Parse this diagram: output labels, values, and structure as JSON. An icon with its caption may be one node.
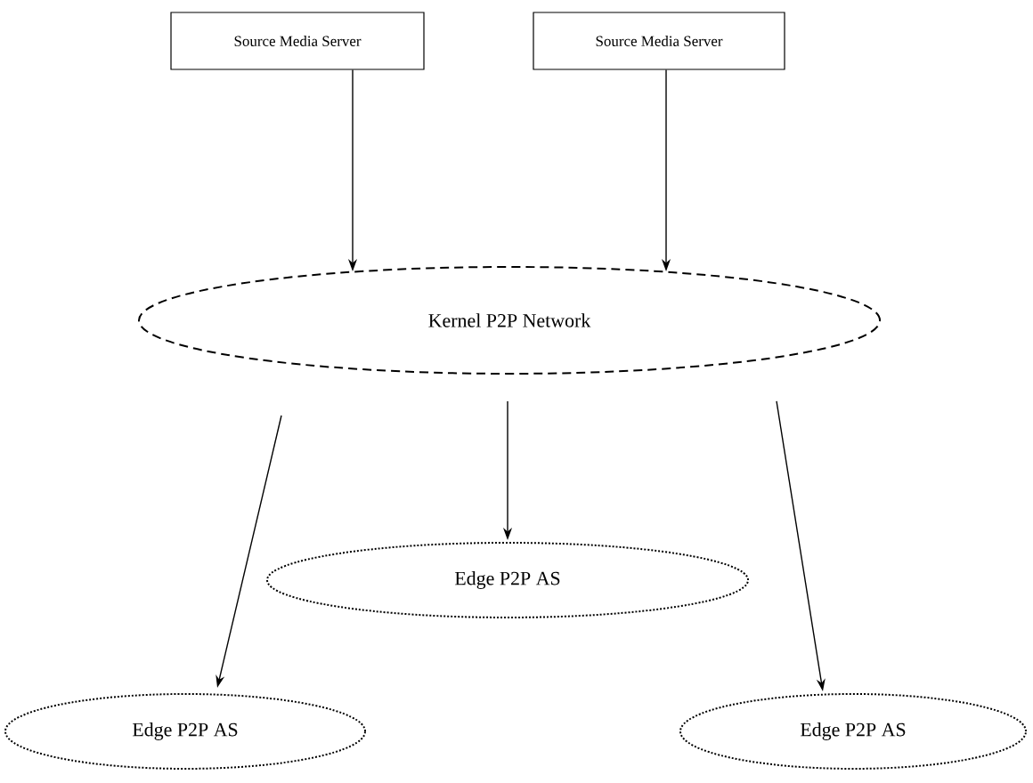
{
  "diagram": {
    "nodes": [
      {
        "text": [
          "Source Media Server"
        ]
      },
      {
        "text": [
          "Source Media Server"
        ]
      },
      {
        "text": [
          "Kernel P2P  Network"
        ]
      },
      {
        "text": [
          "Edge P2P AS"
        ]
      },
      {
        "text": [
          "Edge P2P AS"
        ]
      },
      {
        "text": [
          "Edge P2P AS"
        ]
      }
    ],
    "edges": [
      {
        "from": 0,
        "to": 2,
        "arrow": "to"
      },
      {
        "from": 1,
        "to": 2,
        "arrow": "to"
      },
      {
        "from": 2,
        "to": 3,
        "arrow": "to"
      },
      {
        "from": 2,
        "to": 4,
        "arrow": "to"
      },
      {
        "from": 2,
        "to": 5,
        "arrow": "to"
      }
    ]
  }
}
